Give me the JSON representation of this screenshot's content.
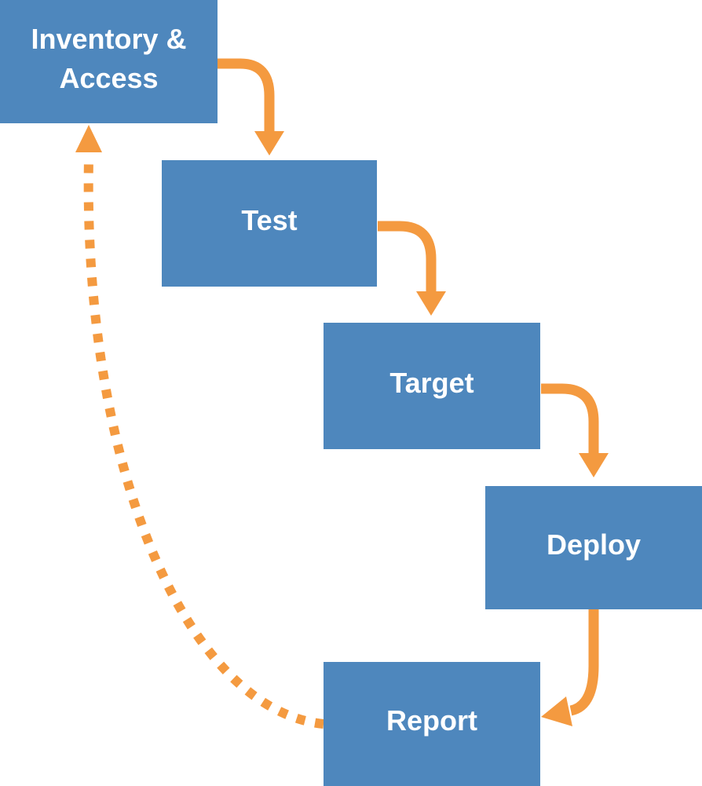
{
  "diagram": {
    "type": "flowchart",
    "nodes": [
      {
        "id": "inventory-access",
        "label": "Inventory & Access"
      },
      {
        "id": "test",
        "label": "Test"
      },
      {
        "id": "target",
        "label": "Target"
      },
      {
        "id": "deploy",
        "label": "Deploy"
      },
      {
        "id": "report",
        "label": "Report"
      }
    ],
    "edges": [
      {
        "from": "Inventory & Access",
        "to": "Test",
        "style": "solid"
      },
      {
        "from": "Test",
        "to": "Target",
        "style": "solid"
      },
      {
        "from": "Target",
        "to": "Deploy",
        "style": "solid"
      },
      {
        "from": "Deploy",
        "to": "Report",
        "style": "solid"
      },
      {
        "from": "Report",
        "to": "Inventory & Access",
        "style": "dashed"
      }
    ],
    "colors": {
      "node_fill": "#4E87BD",
      "node_text": "#FFFFFF",
      "arrow": "#F49A40",
      "background": "#FFFFFF"
    }
  }
}
